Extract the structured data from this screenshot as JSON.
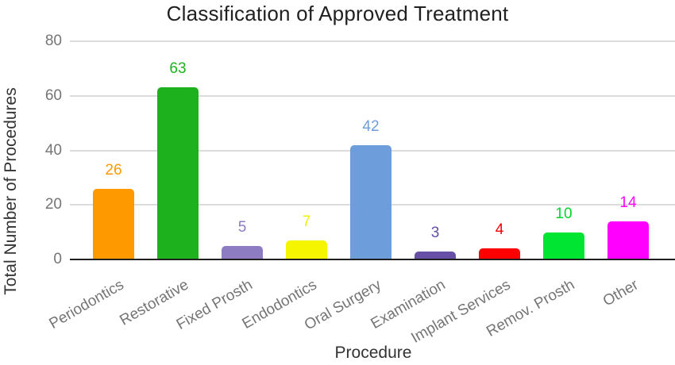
{
  "title": "Classification of Approved Treatment",
  "chart_data": {
    "type": "bar",
    "title": "Classification of Approved Treatment",
    "xlabel": "Procedure",
    "ylabel": "Total Number of Procedures",
    "categories": [
      "Periodontics",
      "Restorative",
      "Fixed Prosth",
      "Endodontics",
      "Oral Surgery",
      "Examination",
      "Implant Services",
      "Remov. Prosth",
      "Other"
    ],
    "values": [
      26,
      63,
      5,
      7,
      42,
      3,
      4,
      10,
      14
    ],
    "bar_colors": [
      "#FF9900",
      "#1DB21D",
      "#8E7CC3",
      "#F5F500",
      "#6D9EDB",
      "#674EA7",
      "#FF0000",
      "#00E532",
      "#FF00FF"
    ],
    "value_label_colors": [
      "#FF9900",
      "#1DB21D",
      "#8E7CC3",
      "#F0F000",
      "#6D9EDB",
      "#674EA7",
      "#FF0000",
      "#00D52E",
      "#FF00FF"
    ],
    "yticks": [
      0,
      20,
      40,
      60,
      80
    ],
    "ylim": [
      0,
      80
    ],
    "grid": true,
    "legend": "none",
    "value_labels_shown": true
  },
  "colors": {
    "background": "#ffffff",
    "grid": "#dcdcdc",
    "axis_line": "#1f1f1f",
    "tick_text": "#757575",
    "title_text": "#212121",
    "axis_title_text": "#333333"
  }
}
